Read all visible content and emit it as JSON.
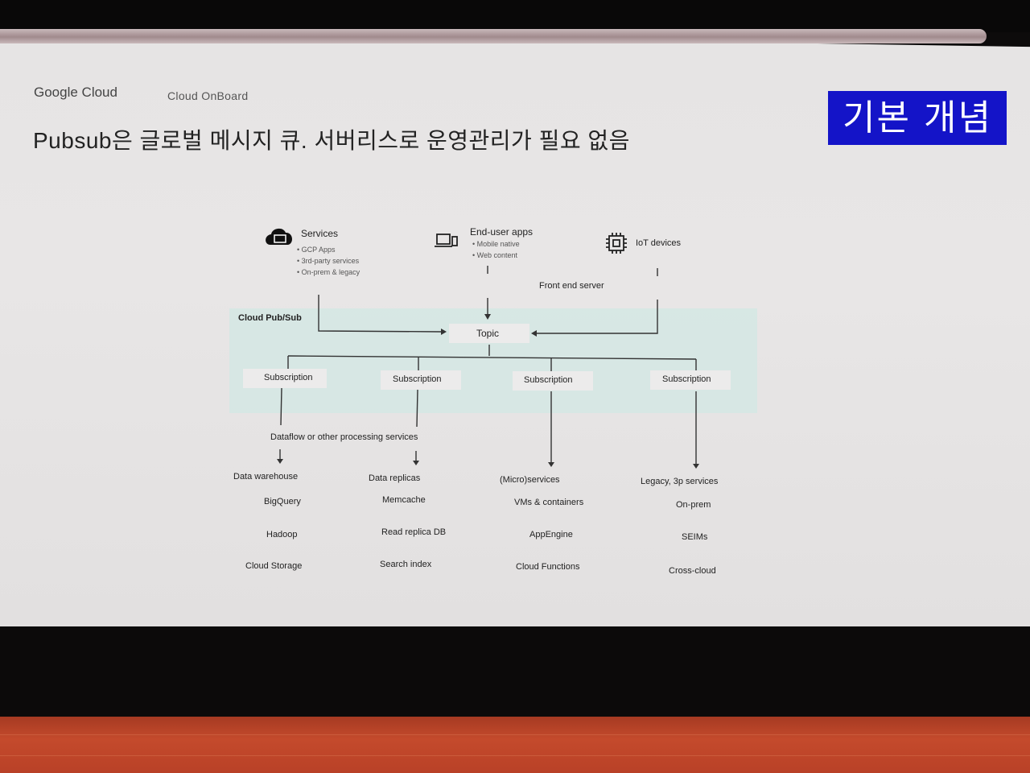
{
  "header": {
    "brand": "Google Cloud",
    "event": "Cloud OnBoard",
    "title": "Pubsub은 글로벌 메시지 큐. 서버리스로 운영관리가 필요 없음",
    "badge": "기본 개념"
  },
  "diagram": {
    "pubsub_label": "Cloud Pub/Sub",
    "sources": [
      {
        "label": "Services",
        "icon": "cloud-icon",
        "items": [
          "• GCP Apps",
          "• 3rd-party services",
          "• On-prem & legacy"
        ]
      },
      {
        "label": "End-user apps",
        "icon": "devices-icon",
        "items": [
          "• Mobile native",
          "• Web content"
        ]
      },
      {
        "label": "IoT devices",
        "icon": "chip-icon",
        "items": []
      }
    ],
    "front_end": "Front end server",
    "topic": "Topic",
    "subscription": "Subscription",
    "processing": "Dataflow or other processing services",
    "destinations": [
      {
        "label": "Data warehouse",
        "items": [
          "BigQuery",
          "Hadoop",
          "Cloud Storage"
        ]
      },
      {
        "label": "Data replicas",
        "items": [
          "Memcache",
          "Read replica DB",
          "Search index"
        ]
      },
      {
        "label": "(Micro)services",
        "items": [
          "VMs & containers",
          "AppEngine",
          "Cloud Functions"
        ]
      },
      {
        "label": "Legacy, 3p services",
        "items": [
          "On-prem",
          "SEIMs",
          "Cross-cloud"
        ]
      }
    ]
  }
}
